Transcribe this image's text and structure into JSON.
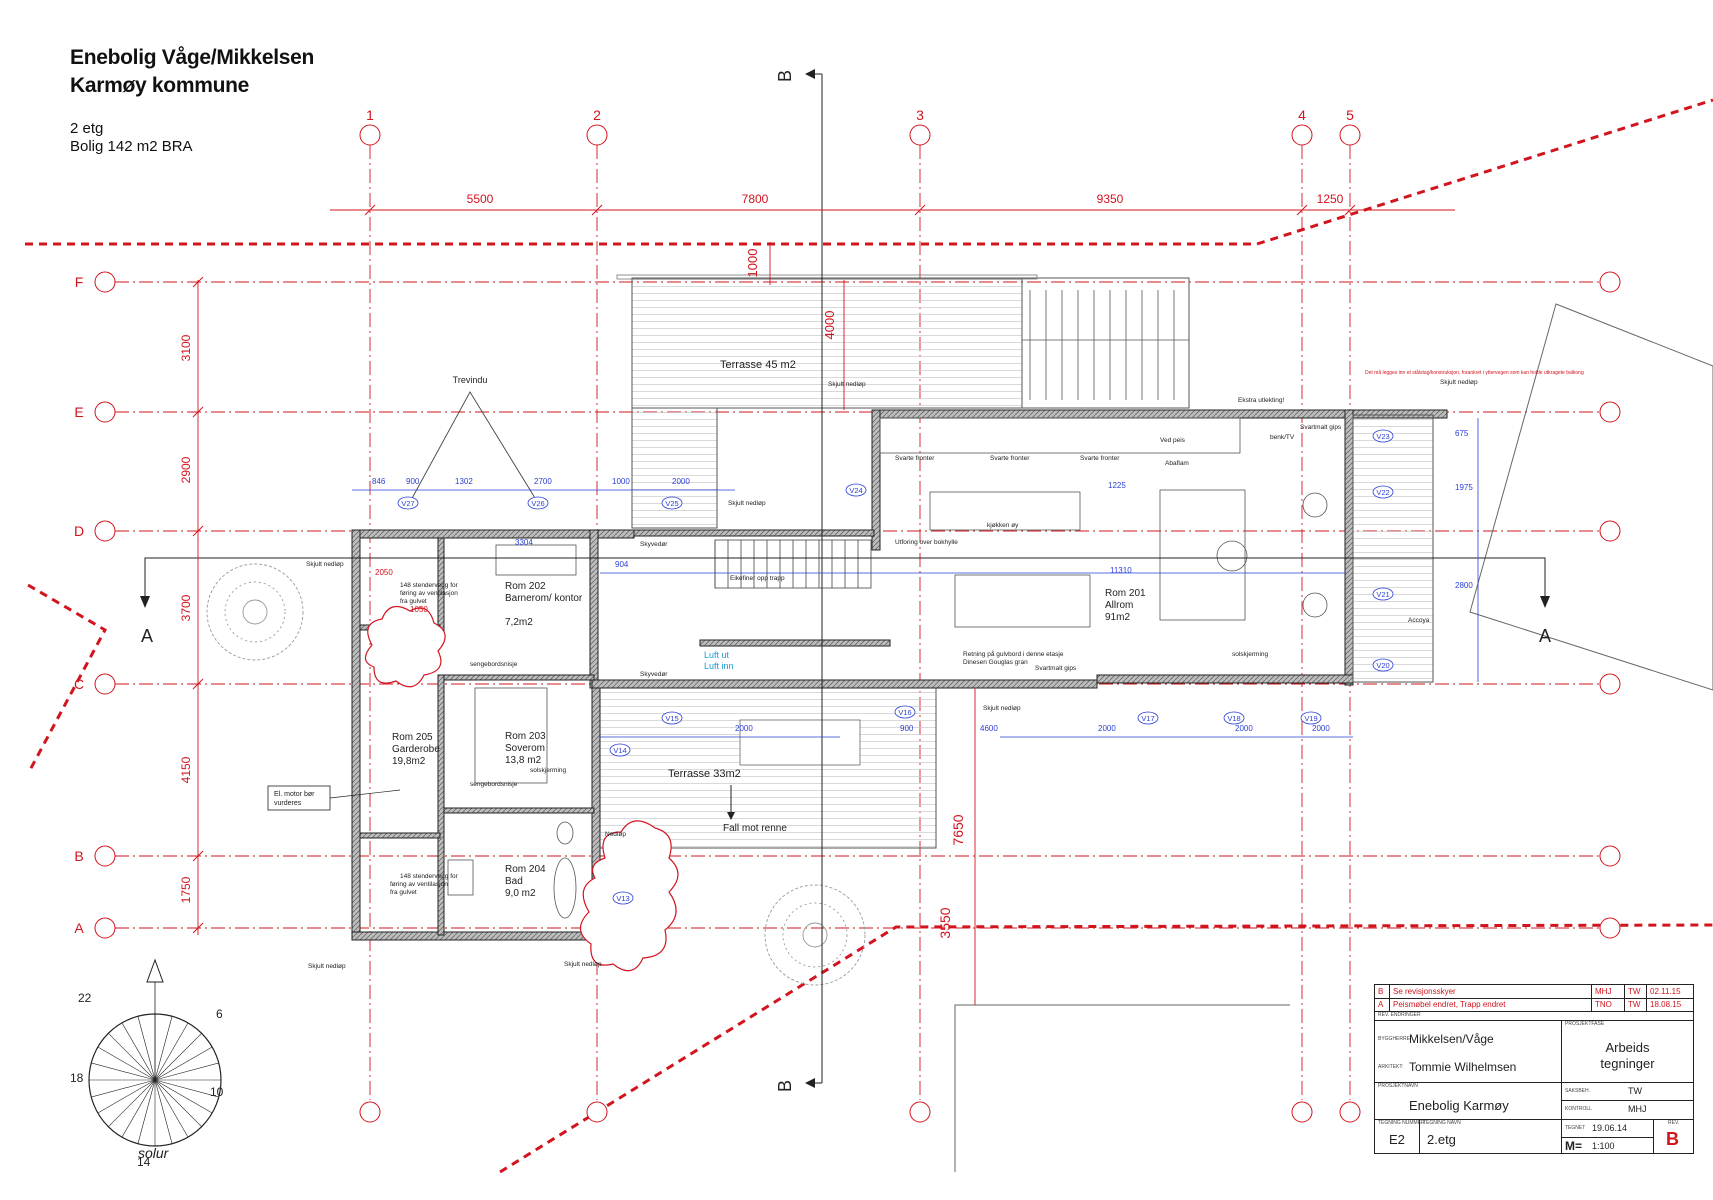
{
  "header": {
    "title_line1": "Enebolig Våge/Mikkelsen",
    "title_line2": "Karmøy kommune",
    "floor": "2 etg",
    "area": "Bolig 142 m2 BRA"
  },
  "colors": {
    "grid_red": "#d2141e",
    "dim_blue": "#2a3fd6",
    "ink": "#222222"
  },
  "grid": {
    "columns": [
      "1",
      "2",
      "3",
      "4",
      "5"
    ],
    "rows": [
      "F",
      "E",
      "D",
      "C",
      "B",
      "A"
    ],
    "top_dims": [
      "5500",
      "7800",
      "9350",
      "1250"
    ],
    "left_dims": [
      "3100",
      "2900",
      "3700",
      "4150",
      "1750"
    ],
    "extra_dims": [
      "1000",
      "4000",
      "7650",
      "3550"
    ]
  },
  "sections": {
    "a_left": "A",
    "a_right": "A",
    "b_top": "B",
    "b_bottom": "B"
  },
  "rooms": [
    {
      "name": "Rom 201",
      "label2": "Allrom",
      "area": "91m2"
    },
    {
      "name": "Rom 202",
      "label2": "Barnerom/ kontor",
      "area": "7,2m2"
    },
    {
      "name": "Rom 203",
      "label2": "Soverom",
      "area": "13,8 m2"
    },
    {
      "name": "Rom 204",
      "label2": "Bad",
      "area": "9,0 m2"
    },
    {
      "name": "Rom 205",
      "label2": "Garderobe",
      "area": "19,8m2"
    }
  ],
  "terraces": {
    "upper": "Terrasse 45 m2",
    "lower": "Terrasse 33m2",
    "fall": "Fall mot renne"
  },
  "labels": {
    "trevindu": "Trevindu",
    "skjult_nedlop": "Skjult nedløp",
    "el_motor_1": "El. motor bør",
    "el_motor_2": "vurderes",
    "accoya": "Accoya",
    "kjokken": "kjøkken øy",
    "svarte_fronter": "Svarte fronter",
    "utforing": "Utforing over bokhylle",
    "eikefiner": "Eikefiner opp trapp",
    "svartmalt": "Svartmalt gips",
    "solskjerming": "solskjerming",
    "retning_1": "Retning på gulvbord i denne etasje",
    "retning_2": "Dinesen Gouglas gran",
    "sengebord": "sengebordsnisje",
    "stender_1": "148 stendervegg for",
    "stender_2": "føring av ventilasjon",
    "stender_3": "fra gulvet",
    "skyvedor": "Skyvedør",
    "luftut": "Luft ut",
    "luftinn": "Luft inn",
    "nedlop": "Nedløp",
    "balkong_note": "Det må legges inn et stålstag/konstruksjon, forankret i yttervegen som kan holde utkragete balkong",
    "ekstra": "Ekstra utlekting!",
    "benk_tv": "benk/TV",
    "ved_peis": "Ved peis",
    "abaflam": "Abaflam"
  },
  "windows": [
    "V27",
    "V26",
    "V25",
    "V24",
    "V23",
    "V22",
    "V21",
    "V20",
    "V17",
    "V18",
    "V19",
    "V16",
    "V15",
    "V14",
    "V13"
  ],
  "blue_dims": [
    "846",
    "900",
    "1302",
    "2700",
    "1000",
    "2000",
    "900",
    "2000",
    "2000",
    "2000",
    "2000",
    "4600",
    "1225",
    "1975",
    "675",
    "2800",
    "904",
    "11310",
    "3304",
    "2050",
    "1050"
  ],
  "sun": {
    "label": "solur",
    "hours": [
      "22",
      "6",
      "18",
      "10",
      "14"
    ]
  },
  "title_block": {
    "rev_b_code": "B",
    "rev_b_text": "Se revisjonsskyer",
    "rev_b_by": "MHJ",
    "rev_b_chk": "TW",
    "rev_b_date": "02.11.15",
    "rev_a_code": "A",
    "rev_a_text": "Peismøbel endret, Trapp endret",
    "rev_a_by": "TNO",
    "rev_a_chk": "TW",
    "rev_a_date": "18.08.15",
    "rev_head": "REV.  ENDRINGER",
    "client_label": "BYGGHERRE:",
    "client": "Mikkelsen/Våge",
    "architect_label": "ARKITEKT:",
    "architect": "Tommie Wilhelmsen",
    "phase_label": "PROSJEKTFASE",
    "phase_1": "Arbeids",
    "phase_2": "tegninger",
    "project_label": "PROSJEKTNAVN",
    "project": "Enebolig Karmøy",
    "drawn_label": "SAKSBEH.",
    "drawn_by": "TW",
    "check_label": "KONTROLL",
    "checked_by": "MHJ",
    "num_label": "TEGNING NUMMER",
    "name_label": "TEGNING NAVN",
    "drawing_number": "E2",
    "drawing_name": "2.etg",
    "date_label": "TEGNET",
    "date": "19.06.14",
    "scale_label": "M=",
    "scale": "1:100",
    "rev_label": "REV.",
    "current_rev": "B"
  }
}
